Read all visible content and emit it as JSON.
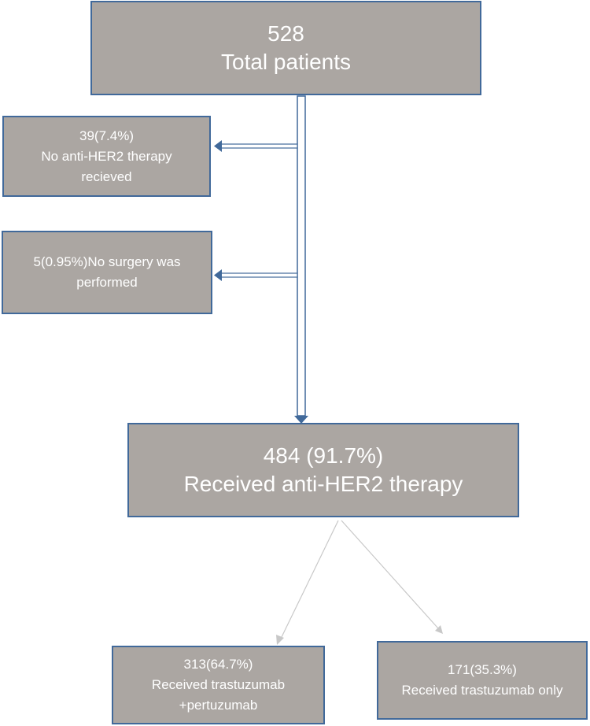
{
  "boxes": {
    "total": {
      "count": "528",
      "label": "Total patients"
    },
    "no_anti_her2": {
      "line1": "39(7.4%)",
      "line2": "No anti-HER2 therapy",
      "line3": "recieved"
    },
    "no_surgery": {
      "line1": "5(0.95%)No surgery was",
      "line2": "performed"
    },
    "received": {
      "count": "484 (91.7%)",
      "label": "Received anti-HER2 therapy"
    },
    "trastuzumab_pertuzumab": {
      "line1": "313(64.7%)",
      "line2": "Received trastuzumab",
      "line3": "+pertuzumab"
    },
    "trastuzumab_only": {
      "line1": "171(35.3%)",
      "line2": "Received trastuzumab only"
    }
  },
  "colors": {
    "box_fill": "#aba6a2",
    "box_border": "#41699a",
    "arrow_gray": "#c8c8c8",
    "text": "#ffffff"
  }
}
